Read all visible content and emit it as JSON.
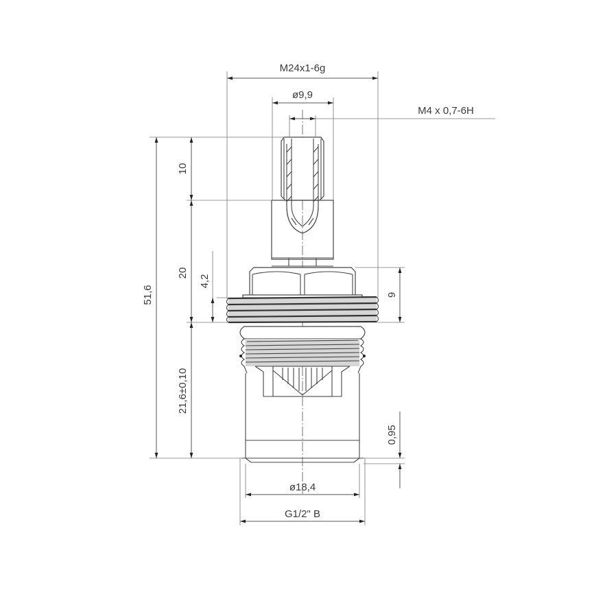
{
  "drawing": {
    "title": "Cartridge technical drawing",
    "dimensions": {
      "outer_thread": "M24x1-6g",
      "stem_diameter": "ø9,9",
      "inner_thread": "M4 x 0,7-6H",
      "total_height": "51,6",
      "stem_top_height": "10",
      "upper_body_height": "20",
      "thread_offset": "4,2",
      "hex_height": "9",
      "lower_body_height": "21,6±0,10",
      "bottom_step": "0,95",
      "bottom_diameter": "ø18,4",
      "connection_thread": "G1/2\" B"
    },
    "colors": {
      "line": "#555555",
      "background": "#ffffff",
      "text": "#3a3a3a",
      "thread_fill": "#d6d6d6"
    }
  }
}
